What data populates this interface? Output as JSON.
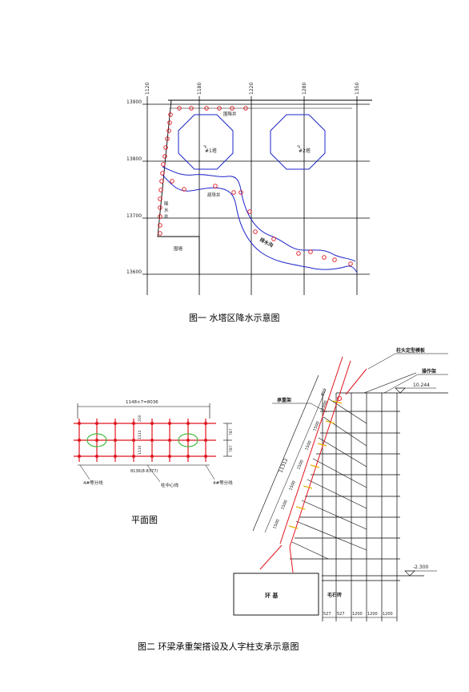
{
  "figure1": {
    "caption": "图一 水塔区降水示意图",
    "grid_x_labels": [
      "1120",
      "1180",
      "1220",
      "1280",
      "1350"
    ],
    "grid_y_labels": [
      "13900",
      "13800",
      "13700",
      "13600"
    ],
    "tower1_label": "#1塔",
    "tower2_label": "#2塔",
    "well_top_label": "围降井",
    "well_mid_label": "疏导井",
    "well_side_label": [
      "降",
      "水",
      "井"
    ],
    "wall_label": "围墙",
    "river_label": "排水沟"
  },
  "figure2": {
    "caption": "图二 环梁承重架搭设及人字柱支承示意图",
    "plan": {
      "title": "平面图",
      "top_dim": "1148×7=8036",
      "bottom_dim": "8136(8-8377)",
      "right_dims": [
        "787",
        "787"
      ],
      "center_dims": [
        "200",
        "1111",
        "1110"
      ],
      "left_note": "4#等分线",
      "center_note": "柱中心线",
      "right_note": "4#等分线"
    },
    "section": {
      "label_formwork": "柱头定型模板",
      "label_platform": "操作架",
      "label_bearing": "承重架",
      "elev_top": "10.244",
      "elev_bottom": "-2.300",
      "diag_total": "11312",
      "diag_segments": [
        "1500",
        "1500",
        "1500",
        "1500",
        "1500",
        "1500",
        "1500"
      ],
      "top_small": "699",
      "foundation_label": "环 基",
      "ground_label": "毛石砖",
      "bottom_dims": [
        "527",
        "527",
        "1200",
        "1200",
        "1200"
      ]
    }
  }
}
